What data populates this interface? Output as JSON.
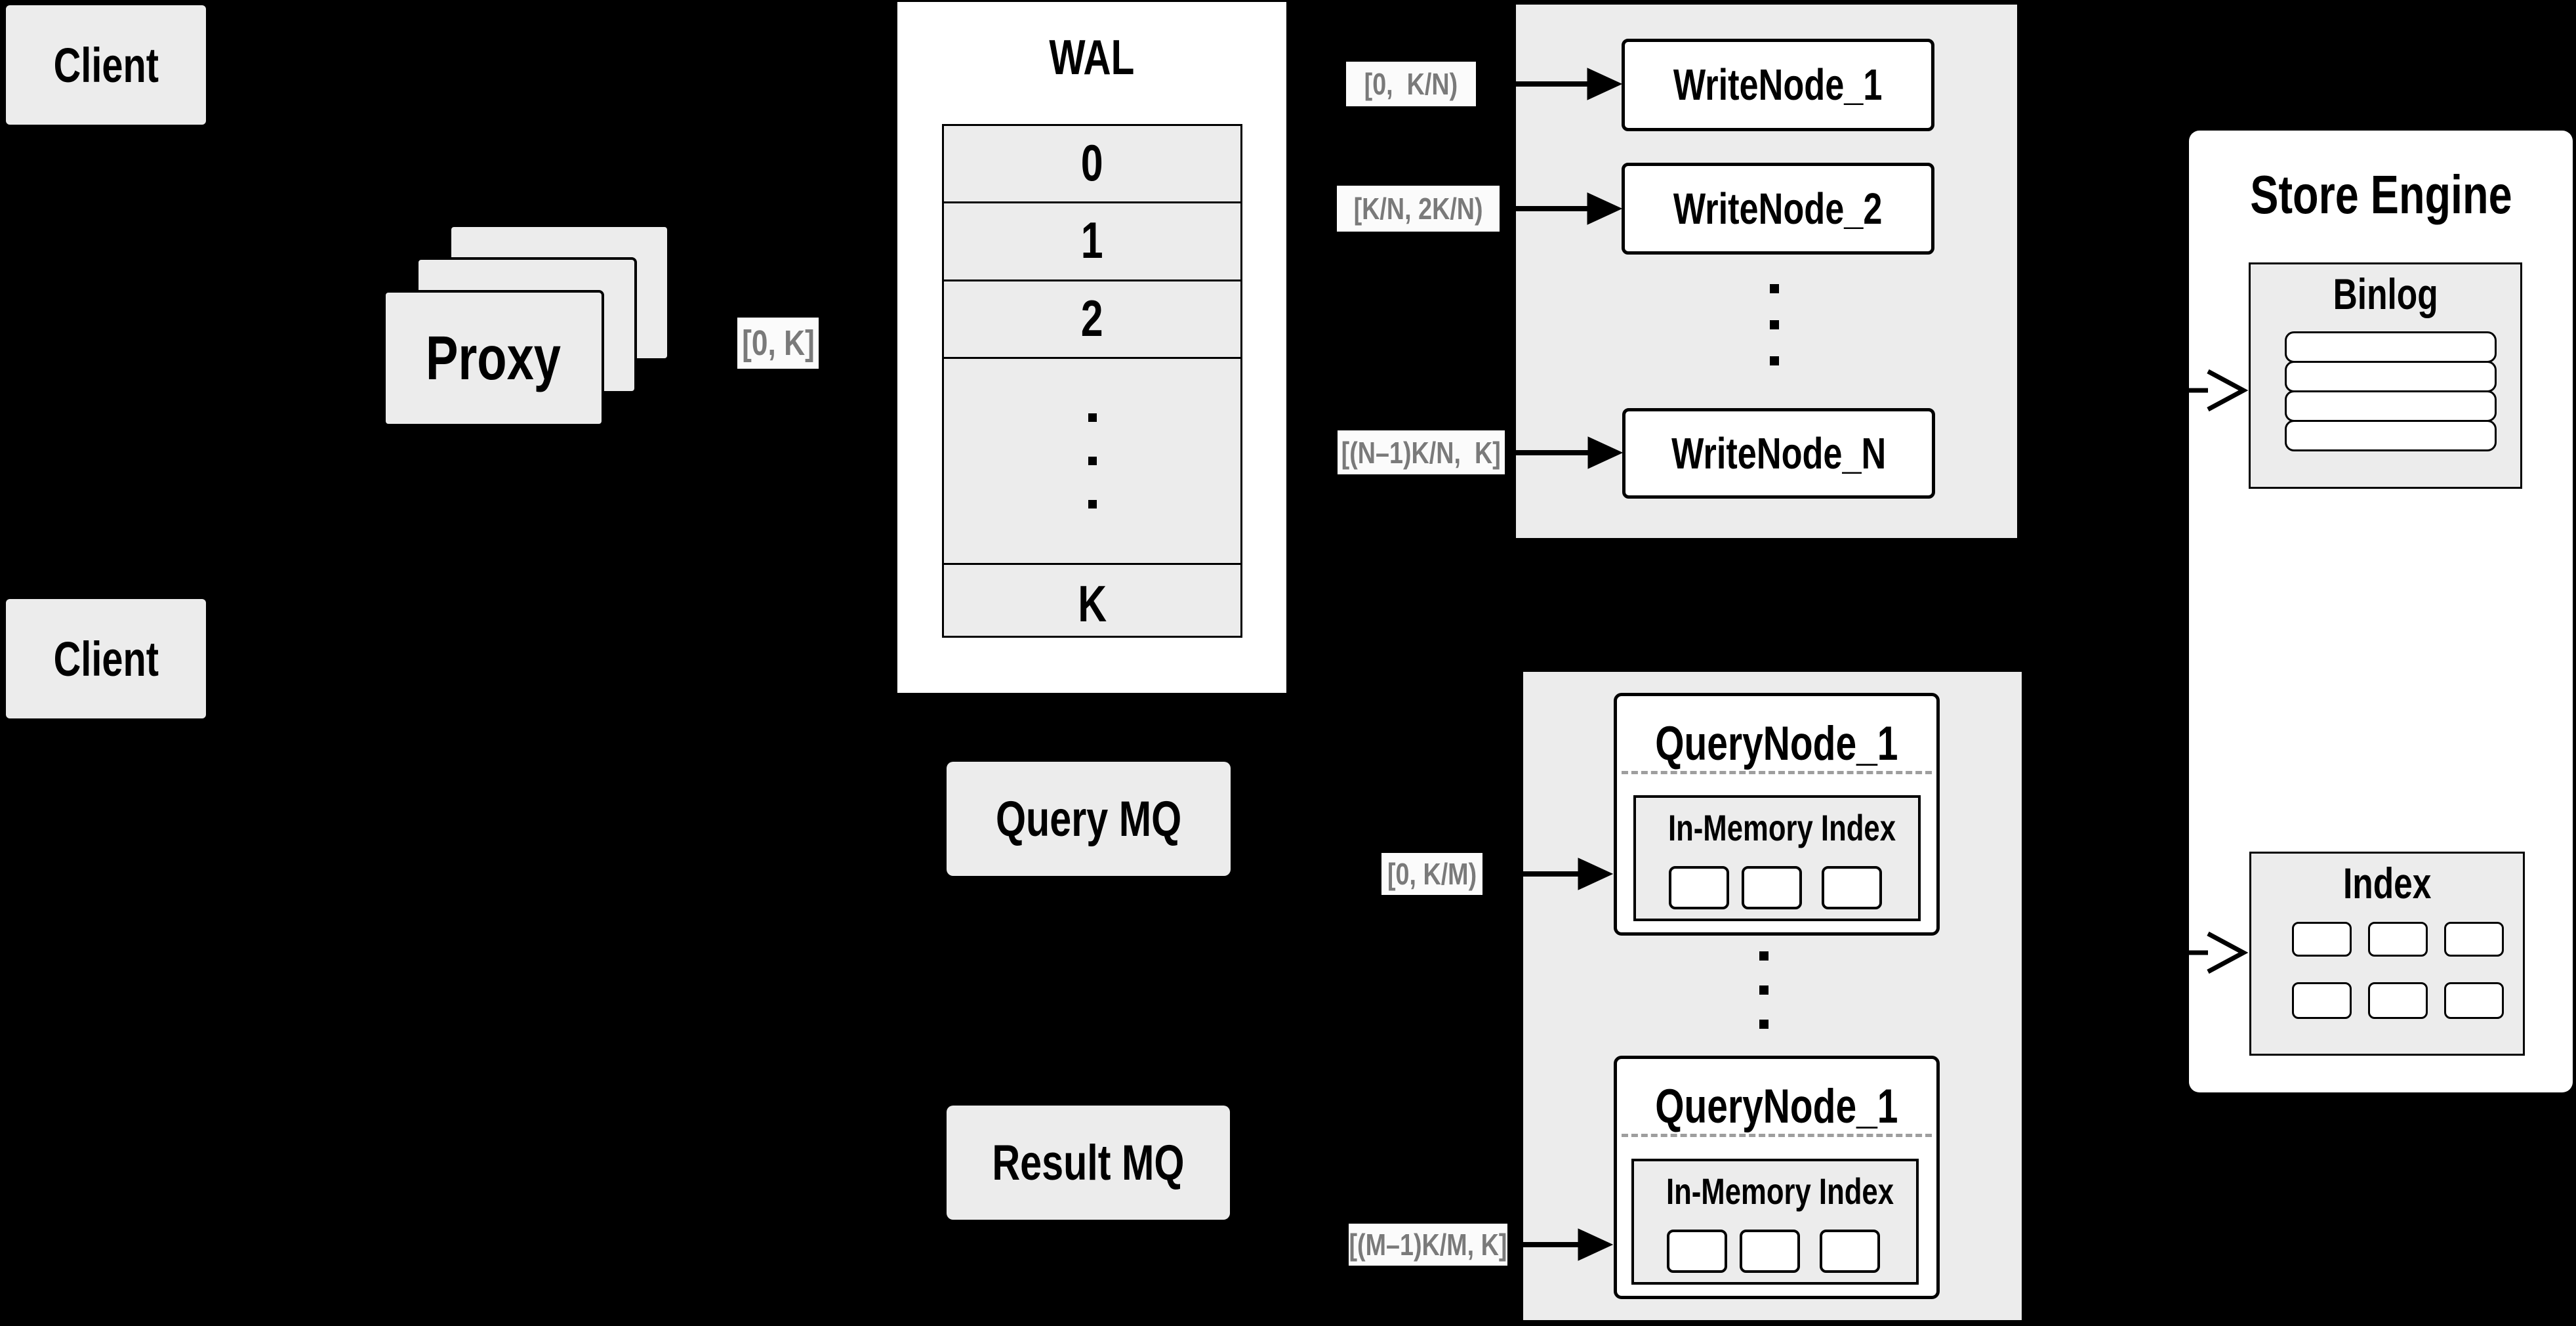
{
  "colors": {
    "background": "#000000",
    "panel_gray": "#ececec",
    "box_white": "#ffffff",
    "line_black": "#000000",
    "range_text_gray": "#7a7a7a",
    "dashed_gray": "#9e9e9e"
  },
  "clients": {
    "top_label": "Client",
    "bottom_label": "Client"
  },
  "proxy": {
    "label": "Proxy",
    "range": "[0, K]"
  },
  "wal": {
    "title": "WAL",
    "rows": [
      "0",
      "1",
      "2"
    ],
    "last_row": "K"
  },
  "write_panel": {
    "nodes": [
      {
        "name": "WriteNode_1",
        "range": "[0,  K/N)"
      },
      {
        "name": "WriteNode_2",
        "range": "[K/N, 2K/N)"
      },
      {
        "name": "WriteNode_N",
        "range": "[(N–1)K/N,  K]"
      }
    ]
  },
  "mq": {
    "query": "Query MQ",
    "result": "Result MQ"
  },
  "query_panel": {
    "nodes": [
      {
        "name": "QueryNode_1",
        "memory": "In-Memory Index",
        "range": "[0, K/M)"
      },
      {
        "name": "QueryNode_1",
        "memory": "In-Memory Index",
        "range": "[(M–1)K/M, K]"
      }
    ]
  },
  "store_engine": {
    "title": "Store Engine",
    "binlog_title": "Binlog",
    "index_title": "Index"
  }
}
